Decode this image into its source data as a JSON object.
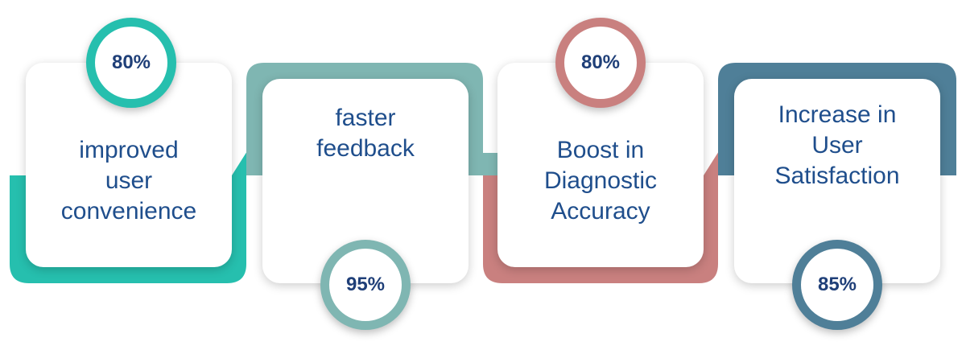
{
  "colors": {
    "teal": "#26bfae",
    "sage": "#7fb6b2",
    "rose": "#c9807f",
    "steel": "#4f7f98",
    "text": "#1f4e8c"
  },
  "items": [
    {
      "percent": "80%",
      "label": "improved\nuser\nconvenience",
      "color": "#26bfae"
    },
    {
      "percent": "95%",
      "label": "faster\nfeedback",
      "color": "#7fb6b2"
    },
    {
      "percent": "80%",
      "label": "Boost in\nDiagnostic\nAccuracy",
      "color": "#c9807f"
    },
    {
      "percent": "85%",
      "label": "Increase in\nUser\nSatisfaction",
      "color": "#4f7f98"
    }
  ]
}
